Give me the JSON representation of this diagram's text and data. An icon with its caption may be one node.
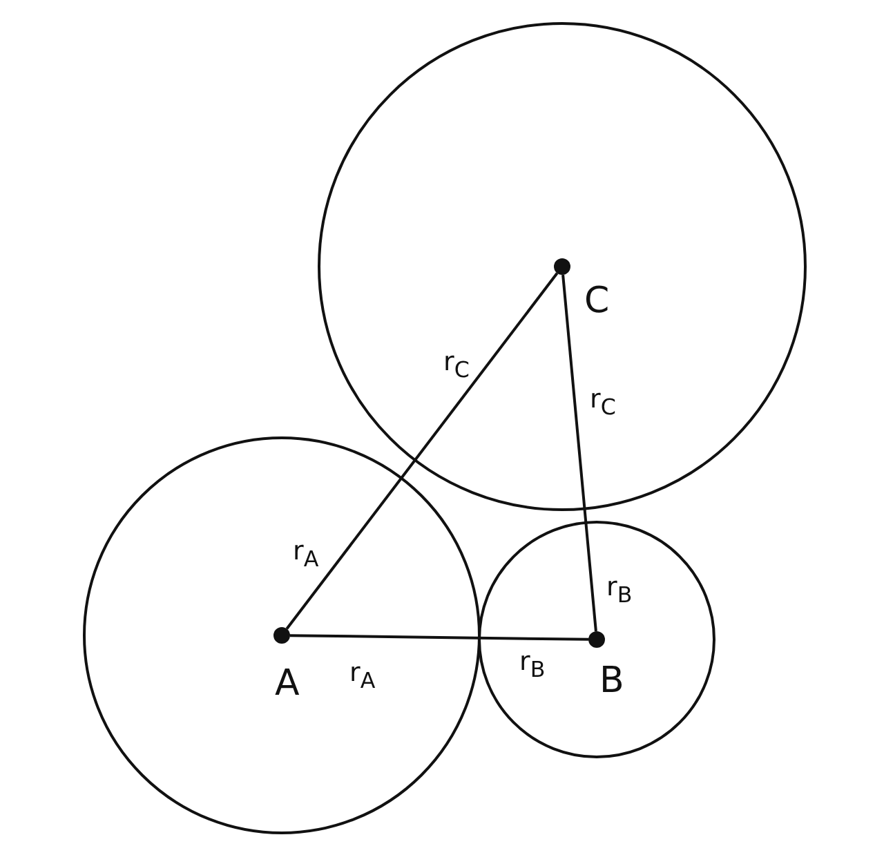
{
  "diagram": {
    "nodes": [
      {
        "text": [],
        "shape": "circle"
      },
      {
        "text": [],
        "shape": "circle"
      },
      {
        "text": [],
        "shape": "circle"
      },
      {
        "text": [],
        "shape": "circle",
        "beside": [
          "C"
        ],
        "in": 0
      },
      {
        "text": [],
        "shape": "circle",
        "beside": [
          "A"
        ],
        "in": 1
      },
      {
        "text": [],
        "shape": "circle",
        "beside": [
          "B"
        ],
        "in": 2
      }
    ],
    "edges": [
      {
        "from": 4,
        "to": 3,
        "arrow": "none"
      },
      {
        "from": 3,
        "to": 5,
        "arrow": "none"
      },
      {
        "from": 4,
        "to": 5,
        "arrow": "none"
      }
    ],
    "labels": [
      "r$_{C}$",
      "r$_{C}$",
      "r$_{A}$",
      "r$_{B}$",
      "r$_{B}$",
      "r$_{A}$"
    ]
  }
}
